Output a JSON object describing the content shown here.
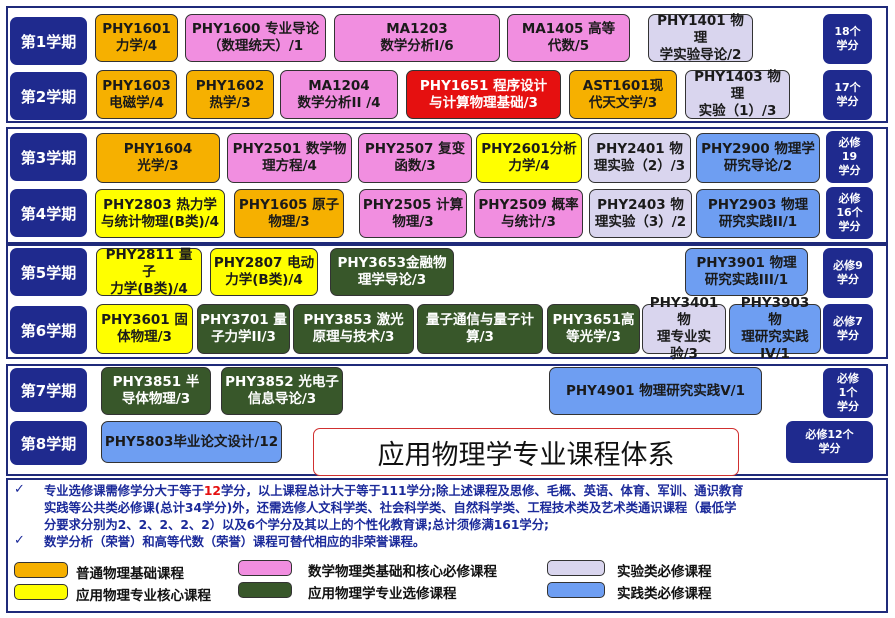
{
  "semesters": [
    {
      "label": "第1学期",
      "credits": "18个\n学分"
    },
    {
      "label": "第2学期",
      "credits": "17个\n学分"
    },
    {
      "label": "第3学期",
      "credits": "必修\n19\n学分"
    },
    {
      "label": "第4学期",
      "credits": "必修\n16个\n学分"
    },
    {
      "label": "第5学期",
      "credits": "必修9\n学分"
    },
    {
      "label": "第6学期",
      "credits": "必修7\n学分"
    },
    {
      "label": "第7学期",
      "credits": "必修\n1个\n学分"
    },
    {
      "label": "第8学期",
      "credits": "必修12个\n学分"
    }
  ],
  "courses": {
    "s1": [
      "PHY1601\n力学/4",
      "PHY1600 专业导论\n（数理统天）/1",
      "MA1203\n数学分析I/6",
      "MA1405 高等\n代数/5",
      "PHY1401 物理\n学实验导论/2"
    ],
    "s2": [
      "PHY1603\n电磁学/4",
      "PHY1602\n热学/3",
      "MA1204\n数学分析II /4",
      "PHY1651 程序设计\n与计算物理基础/3",
      "AST1601现\n代天文学/3",
      "PHY1403 物理\n实验（1）/3"
    ],
    "s3": [
      "PHY1604\n光学/3",
      "PHY2501 数学物\n理方程/4",
      "PHY2507 复变\n函数/3",
      "PHY2601分析\n力学/4",
      "PHY2401 物\n理实验（2）/3",
      "PHY2900 物理学\n研究导论/2"
    ],
    "s4": [
      "PHY2803 热力学\n与统计物理(B类)/4",
      "PHY1605  原子\n物理/3",
      "PHY2505 计算\n物理/3",
      "PHY2509 概率\n与统计/3",
      "PHY2403 物\n理实验（3）/2",
      "PHY2903 物理\n研究实践II/1"
    ],
    "s5": [
      "PHY2811 量子\n力学(B类)/4",
      "PHY2807 电动\n力学(B类)/4",
      "PHY3653金融物\n理学导论/3",
      "PHY3901 物理\n研究实践III/1"
    ],
    "s6": [
      "PHY3601 固\n体物理/3",
      "PHY3701 量\n子力学II/3",
      "PHY3853 激光\n原理与技术/3",
      "量子通信与量子计\n算/3",
      "PHY3651高\n等光学/3",
      "PHY3401 物\n理专业实验/3",
      "PHY3903 物\n理研究实践\nIV/1"
    ],
    "s7": [
      "PHY3851 半\n导体物理/3",
      "PHY3852 光电子\n信息导论/3",
      "PHY4901 物理研究实践V/1"
    ],
    "s8": [
      "PHY5803毕业论文设计/12"
    ]
  },
  "title": "应用物理学专业课程体系",
  "notes": {
    "check": "✓",
    "n1_a": "专业选修课需修学分大于等于",
    "n1_red": "12",
    "n1_b": "学分，以上课程总计大于等于111学分;除上述课程及思修、毛概、英语、体育、军训、通识教育",
    "n1_c": "实践等公共类必修课(总计34学分)外，还需选修人文科学类、社会科学类、自然科学类、工程技术类及艺术类通识课程（最低学",
    "n1_d": "分要求分别为2、2、2、2、2）以及6个学分及其以上的个性化教育课;总计须修满161学分;",
    "n2": "数学分析（荣誉）和高等代数（荣誉）课程可替代相应的非荣誉课程。"
  },
  "legend": [
    {
      "label": "普通物理基础课程",
      "color": "#f6b000"
    },
    {
      "label": "数学物理类基础和核心必修课程",
      "color": "#f18ee0"
    },
    {
      "label": "实验类必修课程",
      "color": "#d9d5ee"
    },
    {
      "label": "应用物理专业核心课程",
      "color": "#ffff00"
    },
    {
      "label": "应用物理学专业选修课程",
      "color": "#38572a"
    },
    {
      "label": "实践类必修课程",
      "color": "#6e9ef2"
    }
  ]
}
